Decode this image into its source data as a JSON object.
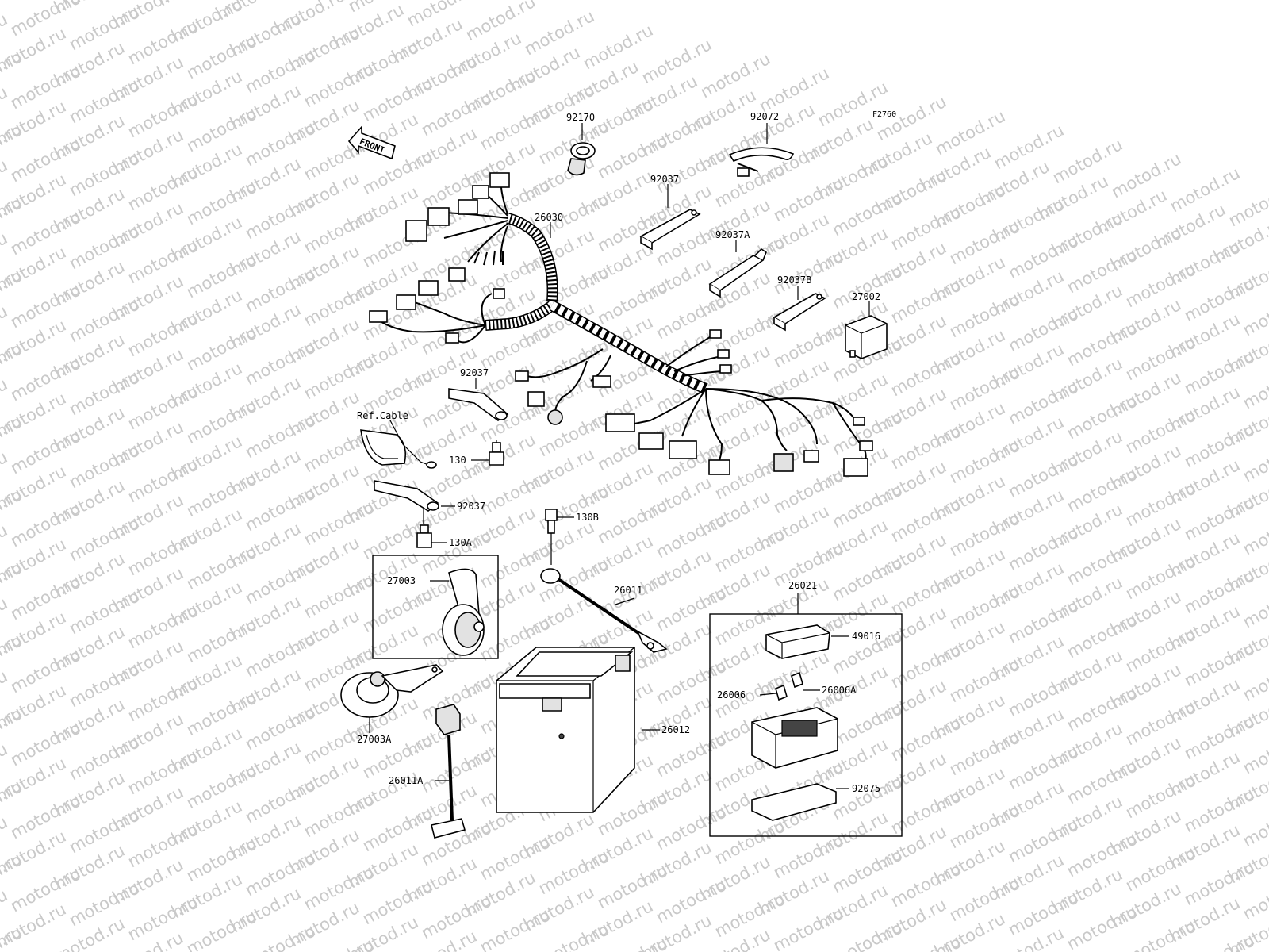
{
  "figure_code": "F2760",
  "watermark_text": "motod.ru",
  "front_arrow_label": "FRONT",
  "parts": {
    "p92170": "92170",
    "p92072": "92072",
    "p26030": "26030",
    "p92037_top": "92037",
    "p92037A": "92037A",
    "p92037B": "92037B",
    "p27002": "27002",
    "p92037_mid": "92037",
    "ref_cable": "Ref.Cable",
    "p130": "130",
    "p92037_low": "92037",
    "p130A": "130A",
    "p130B": "130B",
    "p27003": "27003",
    "p26011": "26011",
    "p26021": "26021",
    "p49016": "49016",
    "p26006": "26006",
    "p26006A": "26006A",
    "p27003A": "27003A",
    "p26012": "26012",
    "p26011A": "26011A",
    "p92075": "92075"
  }
}
